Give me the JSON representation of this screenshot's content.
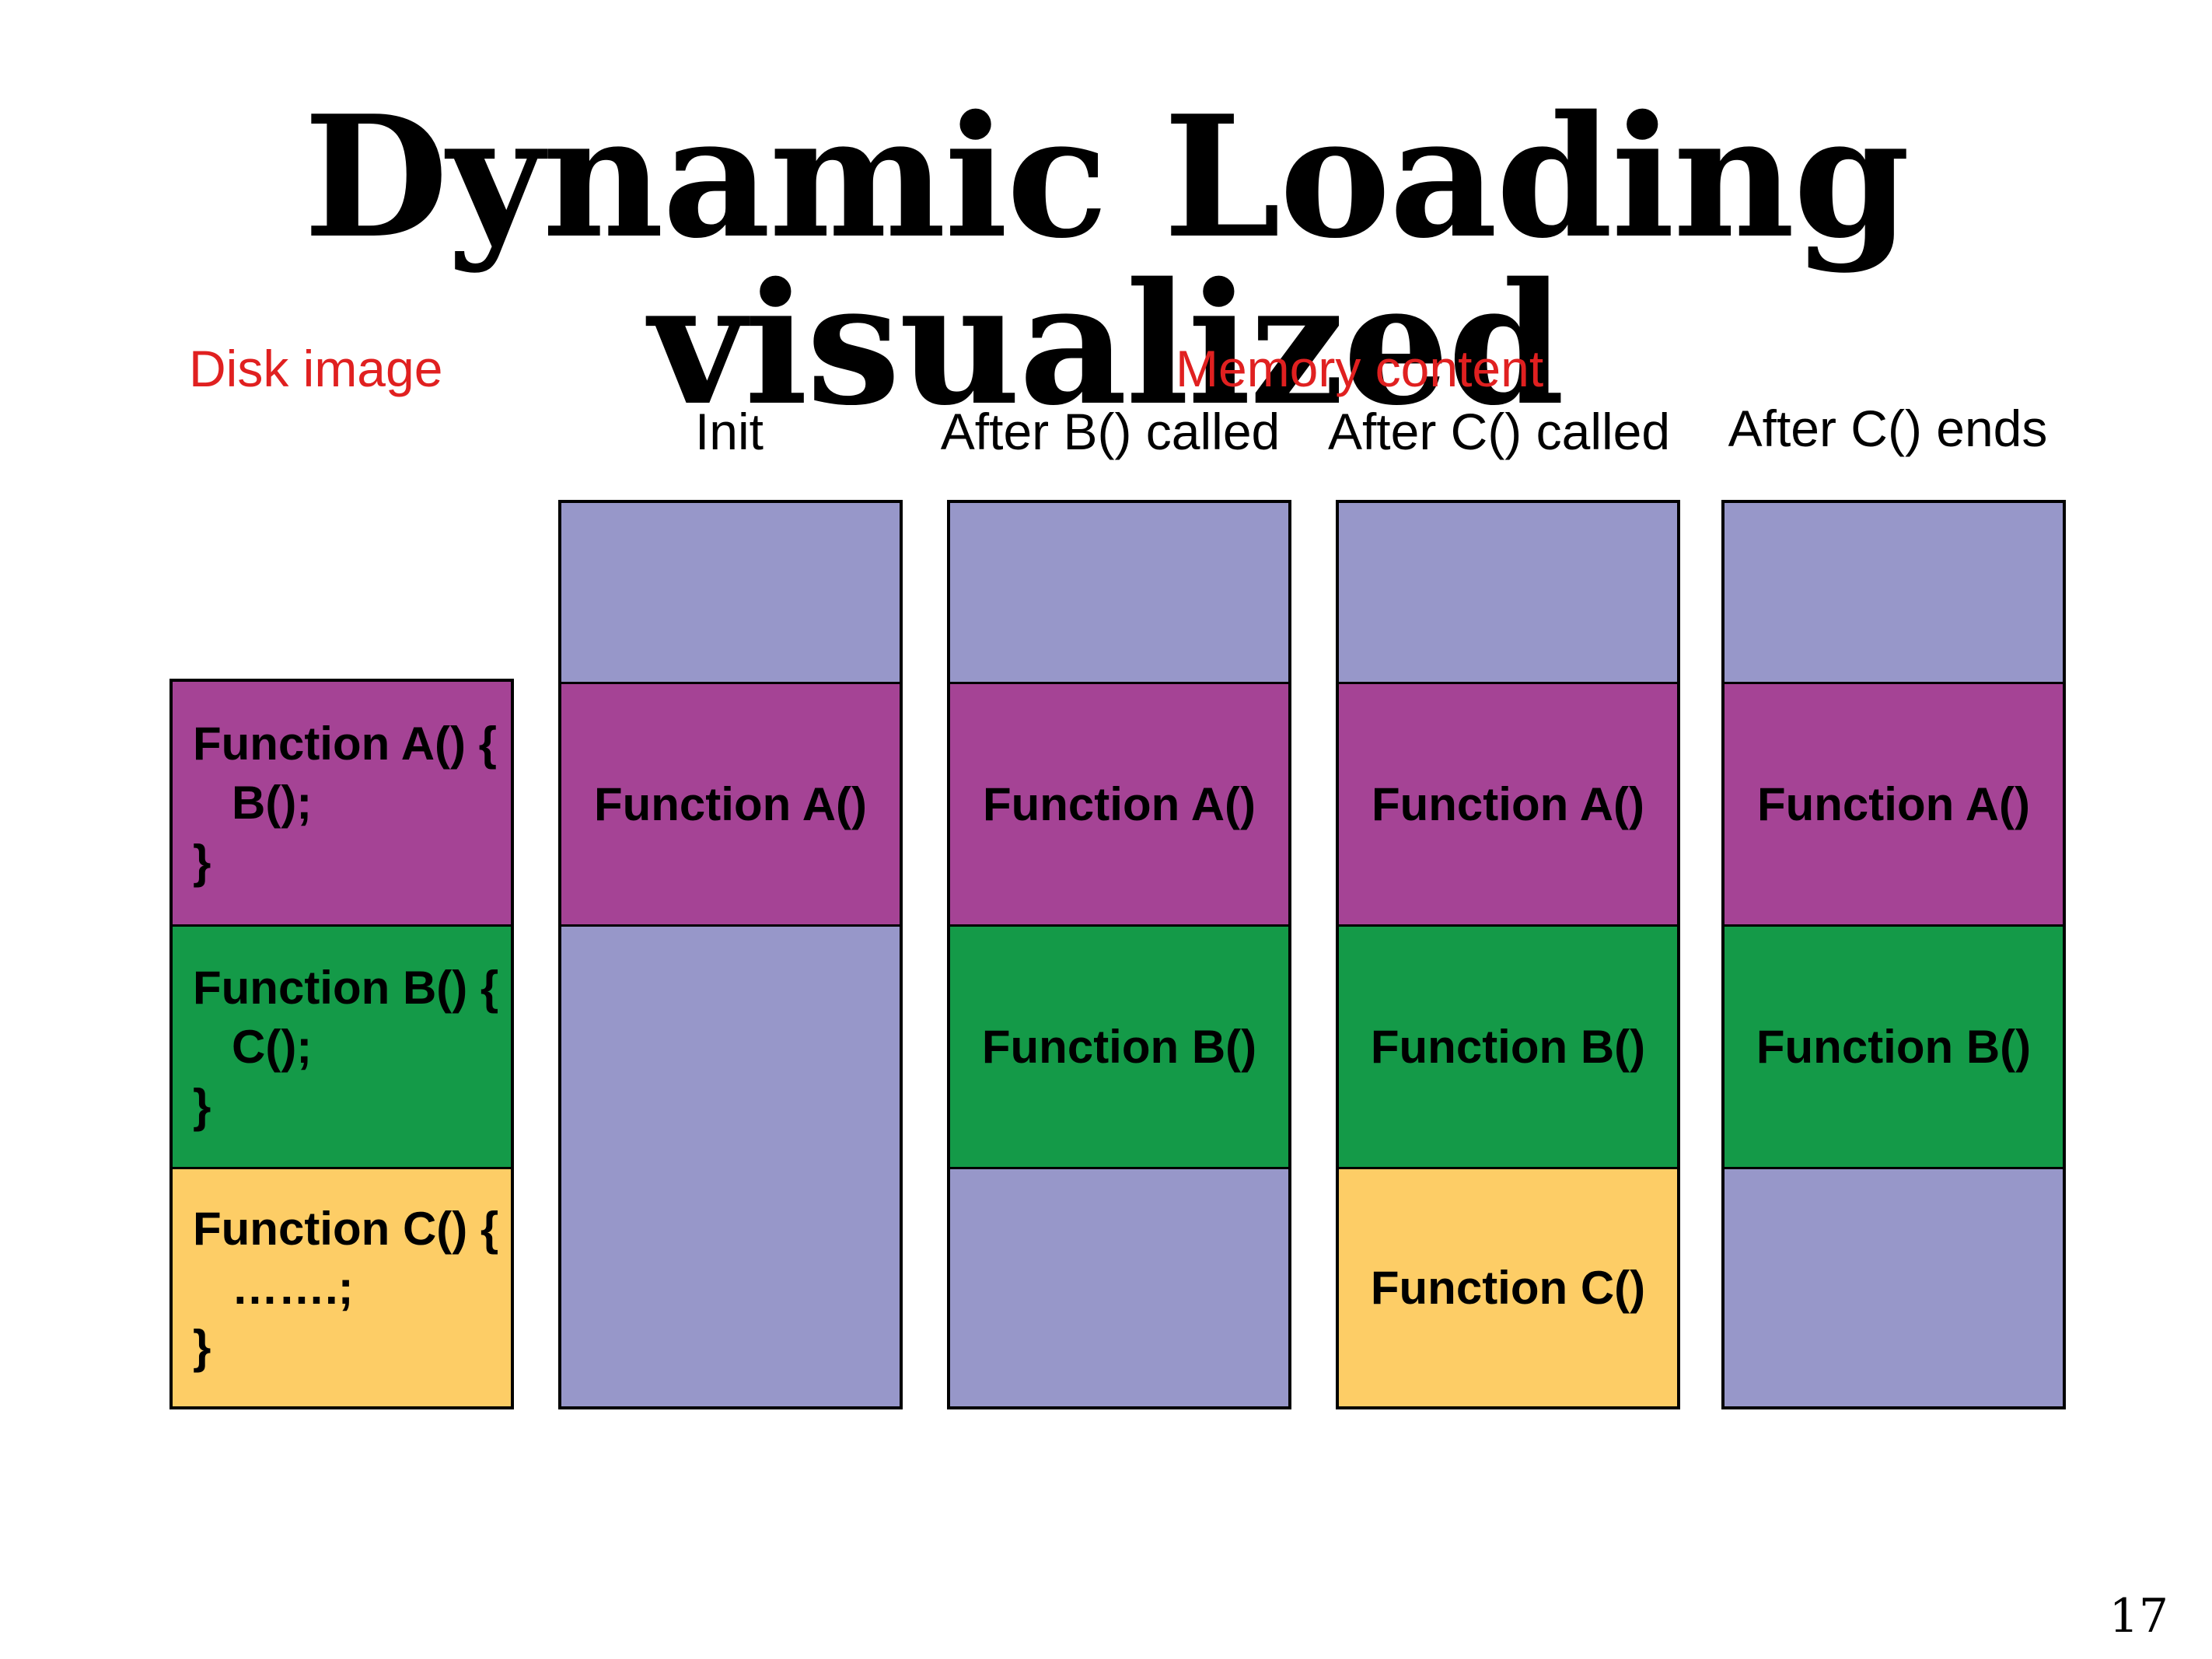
{
  "title": "Dynamic Loading visualized",
  "disk_label": "Disk image",
  "memory_label": "Memory content",
  "disk_image": {
    "blocks": [
      {
        "lines": [
          "Function A() {",
          "   B();",
          "}"
        ]
      },
      {
        "lines": [
          "Function B() {",
          "   C();",
          "}"
        ]
      },
      {
        "lines": [
          "Function C() {",
          "   …….;",
          "}"
        ]
      }
    ]
  },
  "memory_columns": [
    {
      "label": "Init",
      "blocks": [
        "",
        "Function A()",
        ""
      ]
    },
    {
      "label": "After B() called",
      "blocks": [
        "",
        "Function A()",
        "Function B()",
        ""
      ]
    },
    {
      "label": "After C() called",
      "blocks": [
        "",
        "Function A()",
        "Function B()",
        "Function C()"
      ]
    },
    {
      "label": "After C() ends",
      "blocks": [
        "",
        "Function A()",
        "Function B()",
        ""
      ]
    }
  ],
  "page_number": "17",
  "colors": {
    "empty": "#9797c9",
    "function_a": "#a54395",
    "function_b": "#149a48",
    "function_c": "#fdcd66",
    "label_red": "#e02020"
  }
}
